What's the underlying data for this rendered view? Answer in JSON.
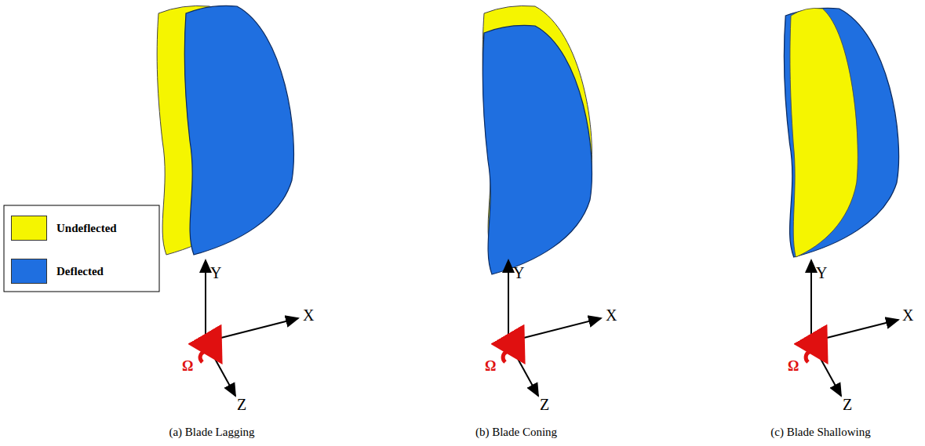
{
  "diagram": {
    "labels": [
      "Y",
      "X",
      "Z",
      "Ω",
      "(a) Blade Lagging",
      "Y",
      "X",
      "Z",
      "Ω",
      "(b) Blade Coning",
      "Y",
      "X",
      "Z",
      "Ω",
      "(c) Blade Shallowing"
    ],
    "legend": [
      {
        "text": "Undeflected",
        "color": "#f5f500"
      },
      {
        "text": "Deflected",
        "color": "#1f6fe0"
      }
    ]
  }
}
